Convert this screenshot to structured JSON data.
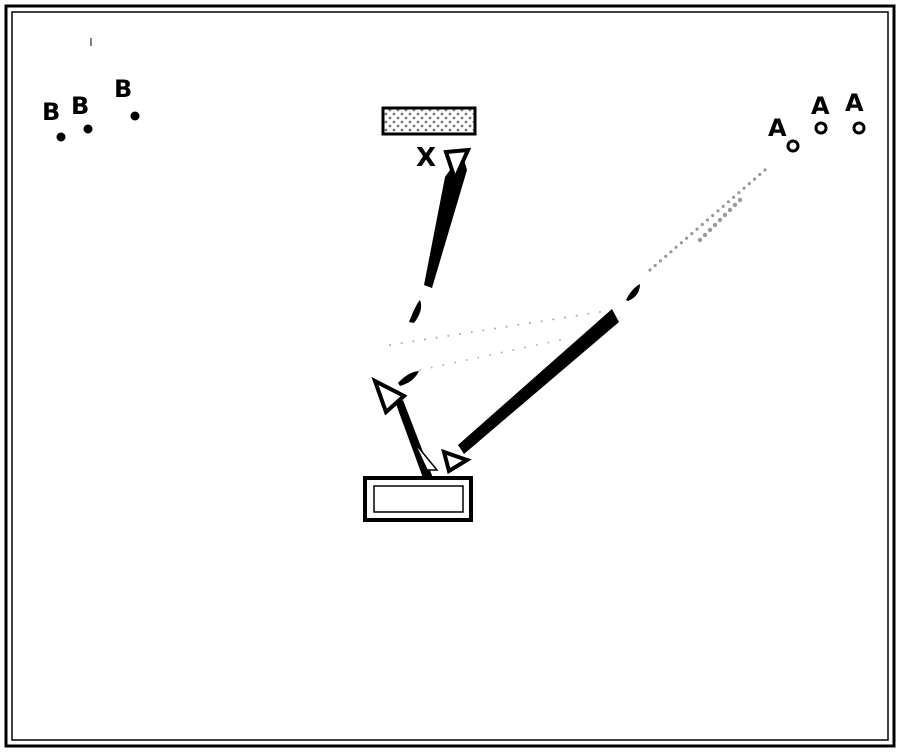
{
  "colors": {
    "ink": "#000000",
    "paper": "#ffffff",
    "stipple": "#9a9a9a"
  },
  "labels": {
    "group_b": [
      "B",
      "B",
      "B"
    ],
    "group_a": [
      "A",
      "A",
      "A"
    ],
    "target_mark": "X"
  },
  "icons": {
    "target": "x-mark-icon",
    "receiver": "rectangle-box-icon",
    "tracer_a": "dotted-line-icon"
  }
}
